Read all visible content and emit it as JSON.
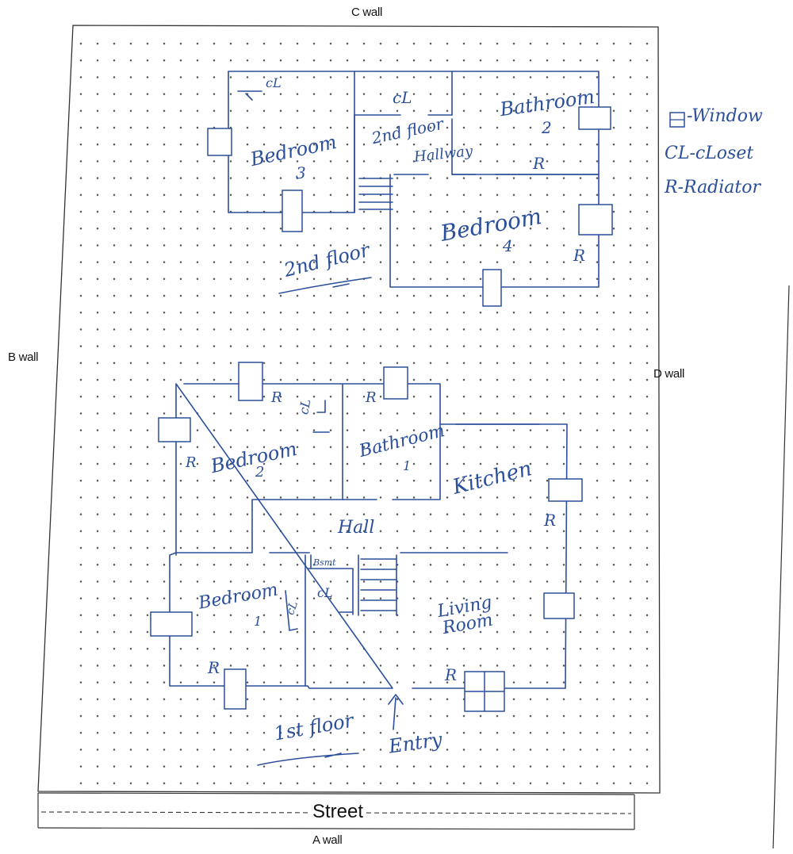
{
  "walls": {
    "top": "C wall",
    "left": "B wall",
    "right": "D wall",
    "bottom": "A wall"
  },
  "street": "Street",
  "legend": {
    "window": "-Window",
    "closet": "CL-cLoset",
    "radiator": "R-Radiator"
  },
  "second_floor": {
    "floor_label": "2nd floor",
    "rooms": [
      {
        "name": "Bedroom",
        "number": "3"
      },
      {
        "name": "Bathroom",
        "number": "2"
      },
      {
        "name": "Bedroom",
        "number": "4"
      },
      {
        "name": "Hallway",
        "prefix": "2nd floor"
      }
    ],
    "closets": [
      "cL",
      "cL"
    ],
    "radiators": [
      "R",
      "R"
    ]
  },
  "first_floor": {
    "floor_label": "1st floor",
    "entry": "Entry",
    "rooms": [
      {
        "name": "Bedroom",
        "number": "2"
      },
      {
        "name": "Bathroom",
        "number": "1"
      },
      {
        "name": "Kitchen"
      },
      {
        "name": "Hall"
      },
      {
        "name": "Bedroom",
        "number": "1"
      },
      {
        "name": "Living Room"
      }
    ],
    "closets": [
      "cL",
      "cL",
      "cL"
    ],
    "basement": "Bsmt",
    "radiators": [
      "R",
      "R",
      "R",
      "R",
      "R",
      "R"
    ]
  },
  "colors": {
    "ink": "#2b4f9a",
    "dots": "#555555",
    "print": "#111111"
  }
}
